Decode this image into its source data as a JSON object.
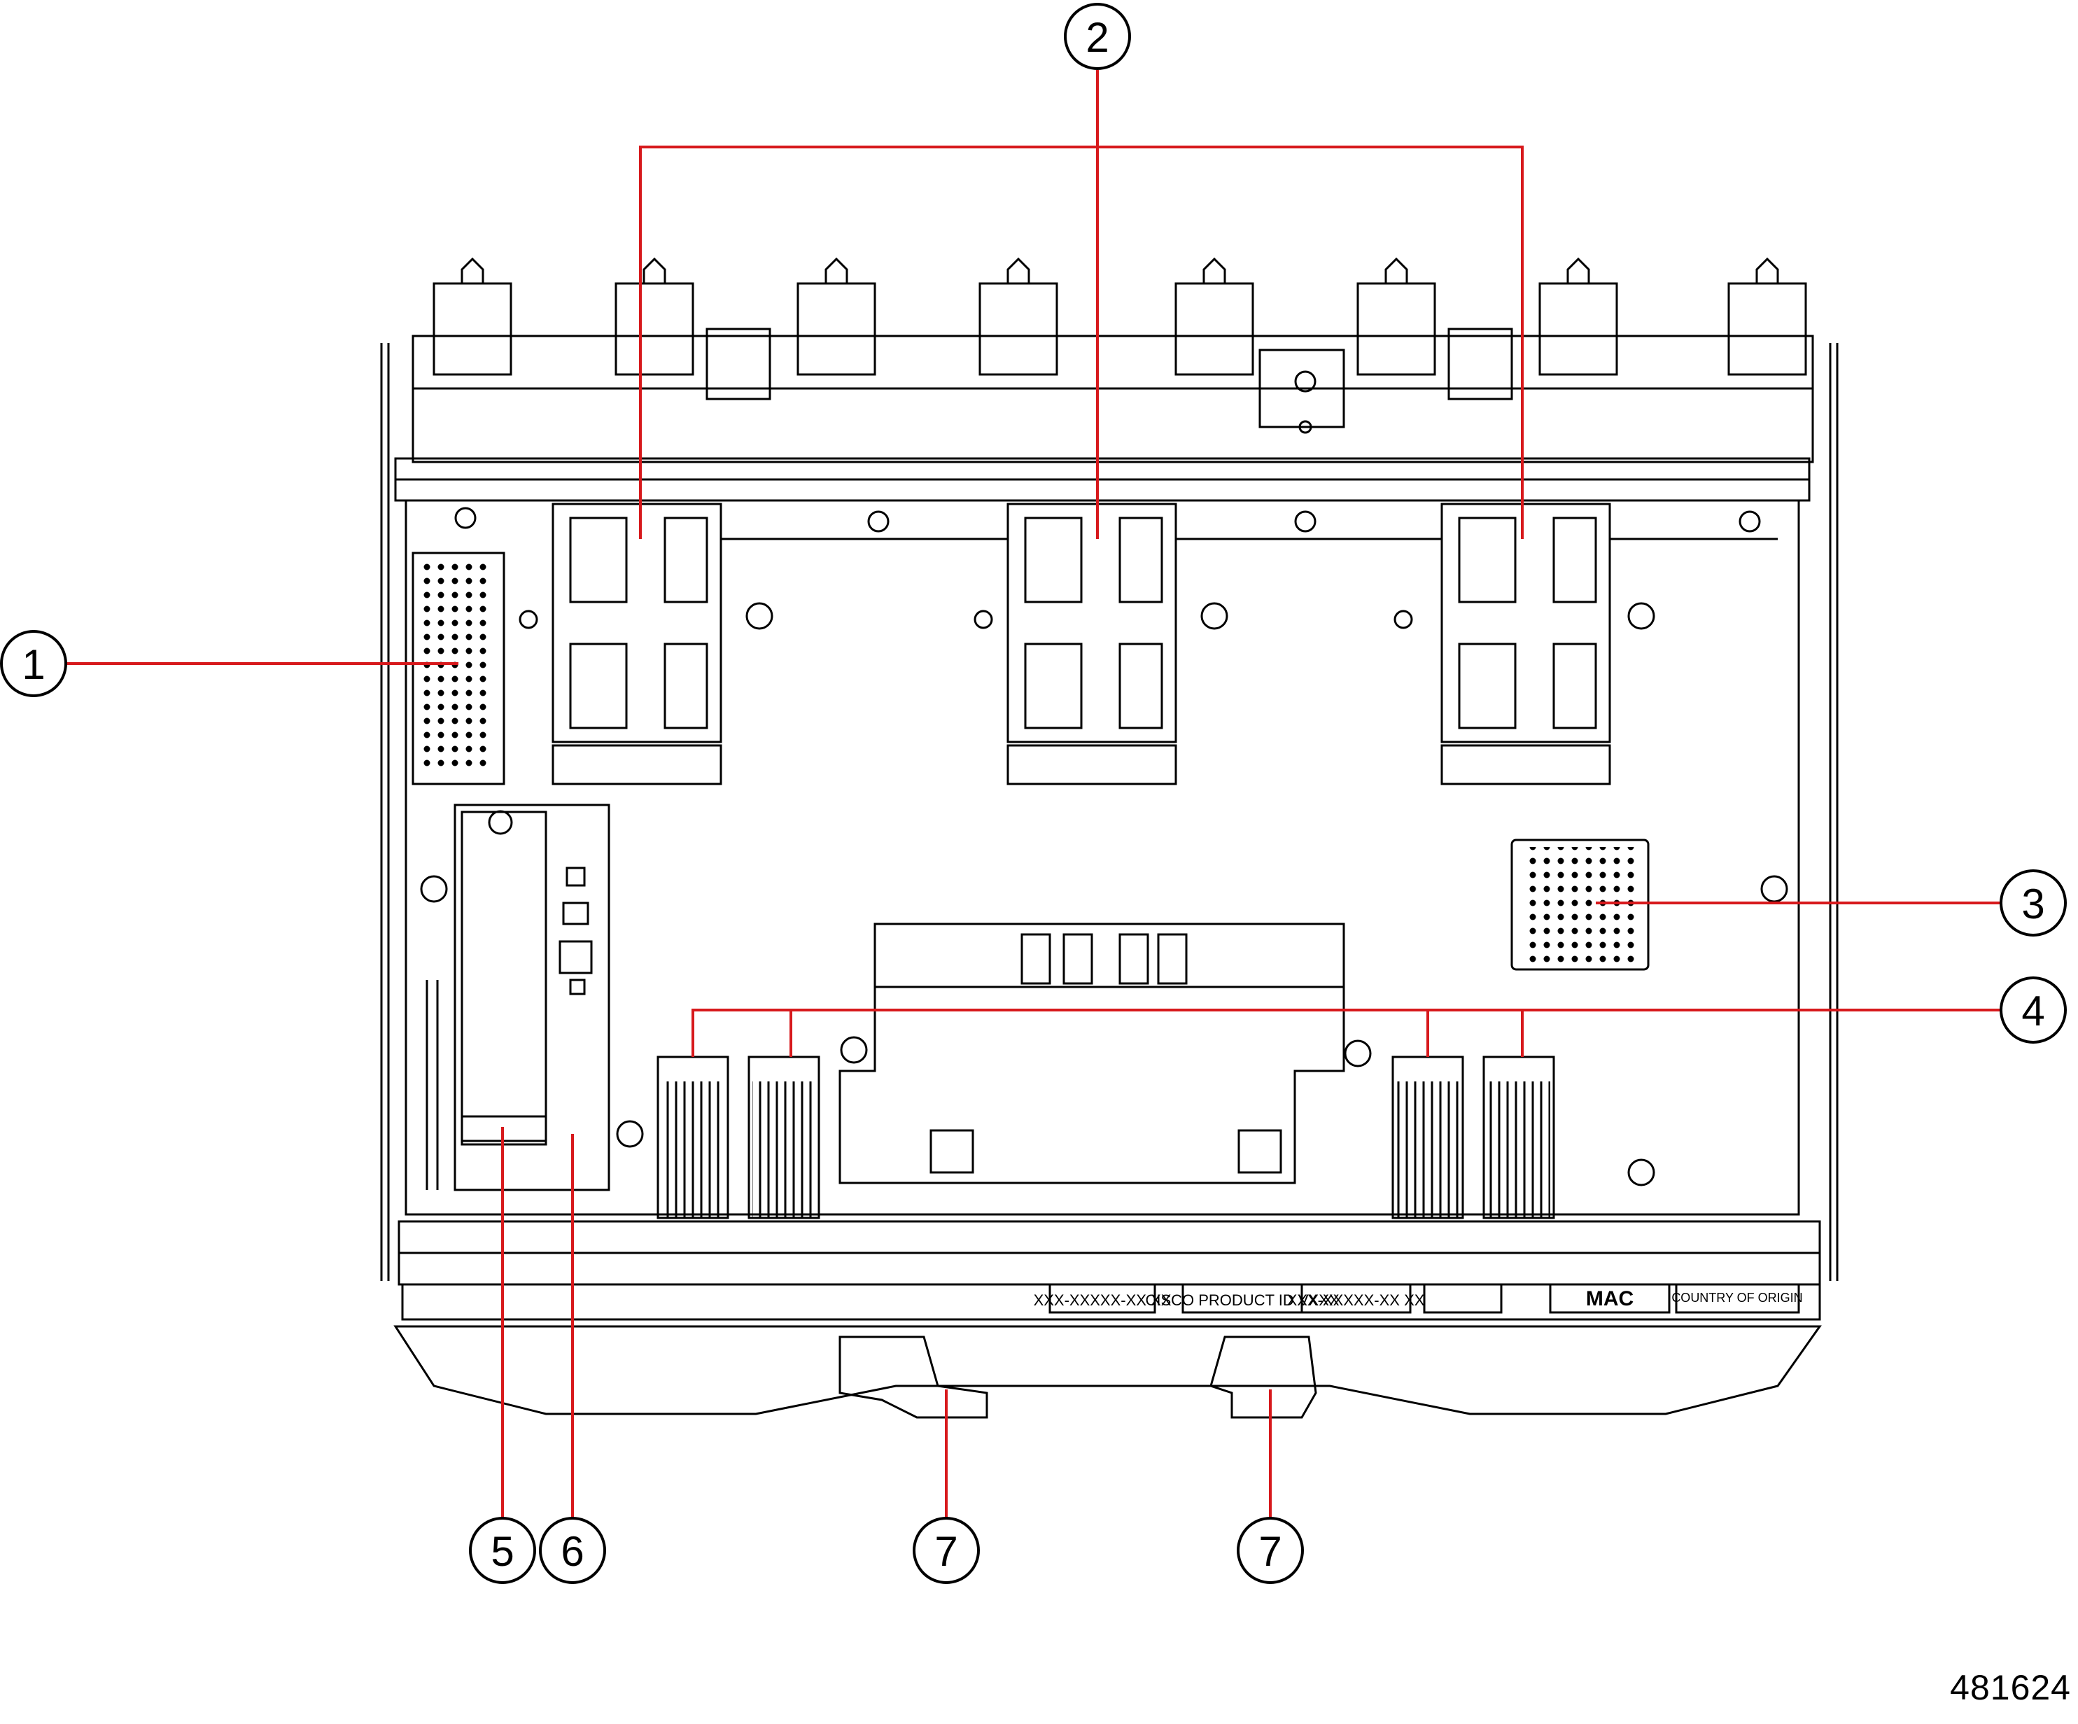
{
  "figure_id": "481624",
  "callouts": [
    {
      "n": "1"
    },
    {
      "n": "2"
    },
    {
      "n": "3"
    },
    {
      "n": "4"
    },
    {
      "n": "5"
    },
    {
      "n": "6"
    },
    {
      "n": "7a",
      "label": "7"
    },
    {
      "n": "7b",
      "label": "7"
    }
  ],
  "label_text": {
    "mac": "MAC",
    "country": "COUNTRY OF ORIGIN",
    "cisco": "CISCO PRODUCT ID VXXX",
    "pn1": "XXX-XXXXX-XX XX",
    "pn2": "XXX-XXXXX-XX XX"
  },
  "colors": {
    "callout_line": "#d7191c",
    "drawing": "#000000"
  }
}
